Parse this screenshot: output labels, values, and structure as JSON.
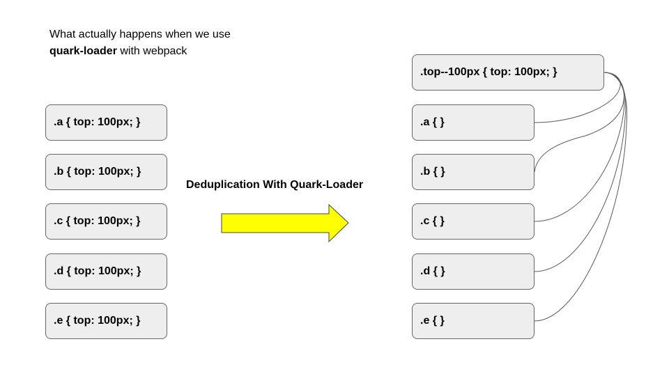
{
  "intro": {
    "line1": "What actually happens when we use",
    "line2_bold": "quark-loader",
    "line2_rest": " with webpack"
  },
  "left_boxes": [
    ".a { top: 100px; }",
    ".b { top: 100px; }",
    ".c { top: 100px; }",
    ".d { top: 100px; }",
    ".e { top: 100px; }"
  ],
  "arrow_label": "Deduplication With Quark-Loader",
  "top_box": ".top--100px { top: 100px; }",
  "right_boxes": [
    ".a { }",
    ".b { }",
    ".c { }",
    ".d { }",
    ".e { }"
  ],
  "colors": {
    "box_fill": "#eeeeee",
    "box_border": "#666666",
    "arrow_fill": "#ffff00",
    "connector": "#595959"
  }
}
